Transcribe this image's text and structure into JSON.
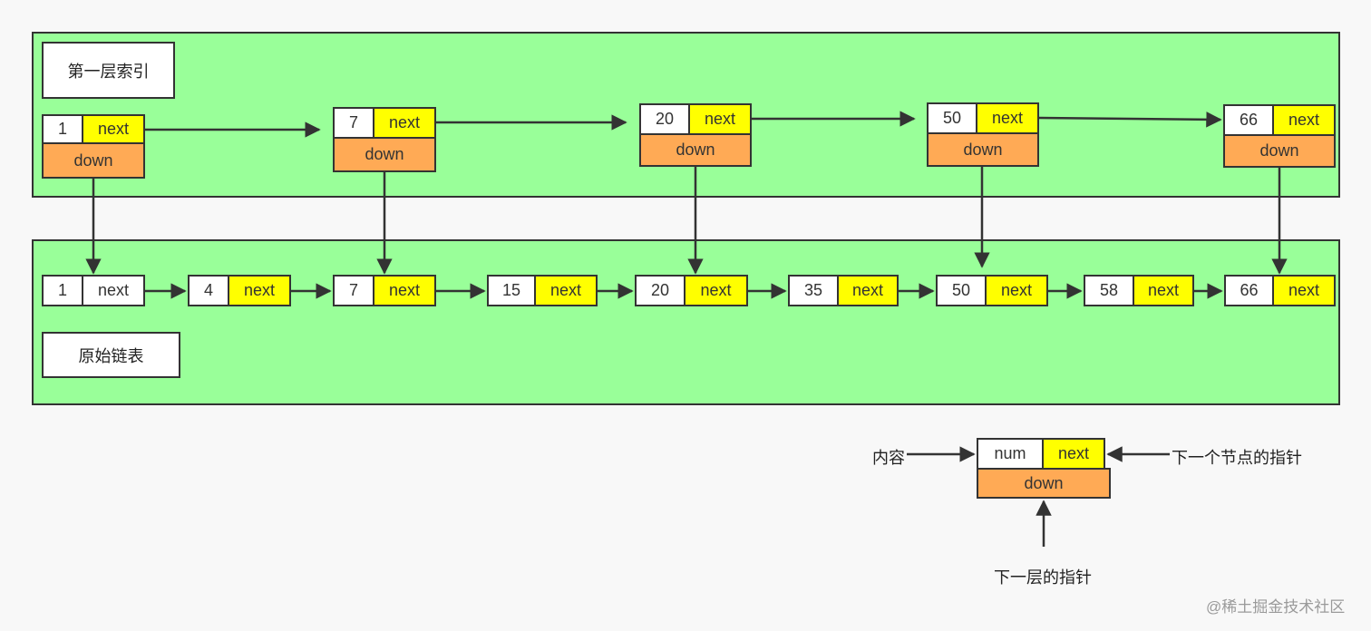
{
  "index_level": {
    "title": "第一层索引",
    "nodes": [
      {
        "num": "1",
        "next": "next",
        "down": "down"
      },
      {
        "num": "7",
        "next": "next",
        "down": "down"
      },
      {
        "num": "20",
        "next": "next",
        "down": "down"
      },
      {
        "num": "50",
        "next": "next",
        "down": "down"
      },
      {
        "num": "66",
        "next": "next",
        "down": "down"
      }
    ]
  },
  "base_level": {
    "title": "原始链表",
    "nodes": [
      {
        "num": "1",
        "next": "next"
      },
      {
        "num": "4",
        "next": "next"
      },
      {
        "num": "7",
        "next": "next"
      },
      {
        "num": "15",
        "next": "next"
      },
      {
        "num": "20",
        "next": "next"
      },
      {
        "num": "35",
        "next": "next"
      },
      {
        "num": "50",
        "next": "next"
      },
      {
        "num": "58",
        "next": "next"
      },
      {
        "num": "66",
        "next": "next"
      }
    ]
  },
  "legend": {
    "num": "num",
    "next": "next",
    "down": "down",
    "content_label": "内容",
    "next_pointer_label": "下一个节点的指针",
    "down_pointer_label": "下一层的指针"
  },
  "watermark": "@稀土掘金技术社区"
}
